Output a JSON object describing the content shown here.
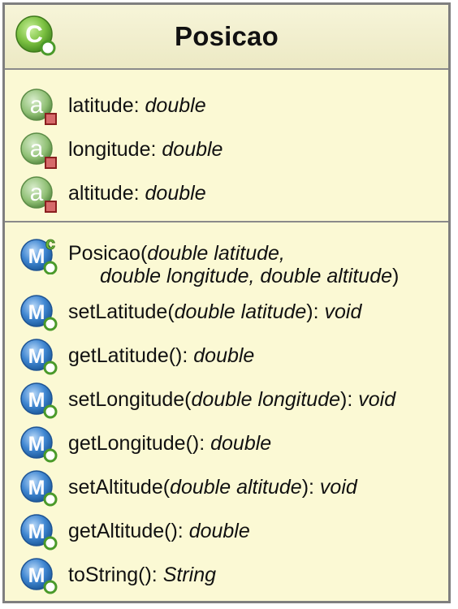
{
  "class": {
    "name": "Posicao",
    "icon": "class-icon",
    "icon_letter": "C"
  },
  "fields": [
    {
      "name": "latitude",
      "sep": ": ",
      "type": "double"
    },
    {
      "name": "longitude",
      "sep": ": ",
      "type": "double"
    },
    {
      "name": "altitude",
      "sep": ": ",
      "type": "double"
    }
  ],
  "field_icon_letter": "a",
  "method_icon_letter": "M",
  "ctor_badge_letter": "c",
  "constructor": {
    "name": "Posicao(",
    "param1": "double latitude,",
    "param2": "double longitude, double altitude",
    "close": ")"
  },
  "methods": [
    {
      "name": "setLatitude(",
      "params": "double latitude",
      "close": "): ",
      "ret": "void"
    },
    {
      "name": "getLatitude(",
      "params": "",
      "close": "): ",
      "ret": "double"
    },
    {
      "name": "setLongitude(",
      "params": "double longitude",
      "close": "): ",
      "ret": "void"
    },
    {
      "name": "getLongitude(",
      "params": "",
      "close": "): ",
      "ret": "double"
    },
    {
      "name": "setAltitude(",
      "params": "double altitude",
      "close": "): ",
      "ret": "void"
    },
    {
      "name": "getAltitude(",
      "params": "",
      "close": "): ",
      "ret": "double"
    },
    {
      "name": "toString(",
      "params": "",
      "close": "): ",
      "ret": "String"
    }
  ],
  "colors": {
    "body": "#fbf9d4",
    "class_icon": "#7cc142",
    "field_icon": "#8fbf74",
    "method_icon": "#3f86d1",
    "private_badge": "#c94040"
  }
}
